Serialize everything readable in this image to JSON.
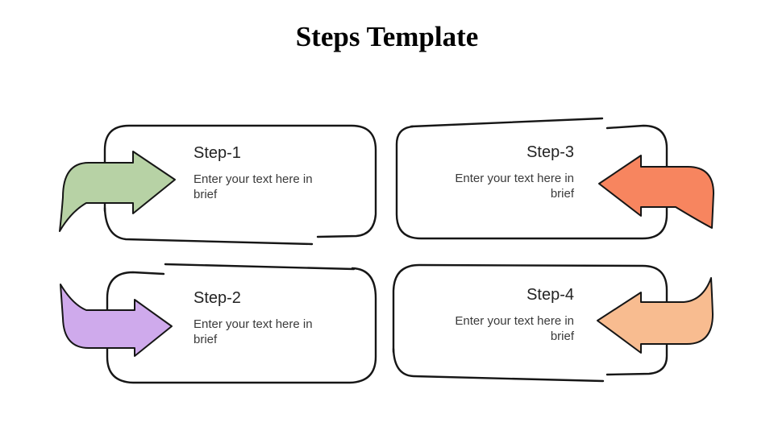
{
  "title": "Steps Template",
  "colors": {
    "background": "#ffffff",
    "box_border": "#161616",
    "heading_text": "#232323",
    "body_text": "#3a3a3a",
    "step1_arrow": "#b7d2a5",
    "step2_arrow": "#cfaaec",
    "step3_arrow": "#f7855f",
    "step4_arrow": "#f8bc90"
  },
  "steps": [
    {
      "label": "Step-1",
      "description": "Enter your text here in brief",
      "arrow_color": "#b7d2a5",
      "arrow_direction": "right",
      "text_align": "left"
    },
    {
      "label": "Step-2",
      "description": "Enter your text here in brief",
      "arrow_color": "#cfaaec",
      "arrow_direction": "right",
      "text_align": "left"
    },
    {
      "label": "Step-3",
      "description": "Enter your text here in brief",
      "arrow_color": "#f7855f",
      "arrow_direction": "left",
      "text_align": "right"
    },
    {
      "label": "Step-4",
      "description": "Enter your text here in brief",
      "arrow_color": "#f8bc90",
      "arrow_direction": "left",
      "text_align": "right"
    }
  ]
}
